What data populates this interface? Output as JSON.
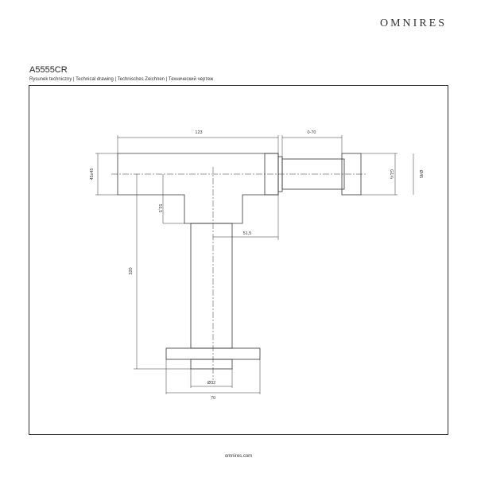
{
  "header": {
    "brand": "OMNIRES",
    "product_code": "A5555CR",
    "subtitle": "Rysunek techniczny | Technical drawing | Technisches Zeichnen | Технический чертеж"
  },
  "dimensions": {
    "top_width": "123",
    "extension": "0-70",
    "left_height": "45x45",
    "thread": "G1¼",
    "pipe_dia": "Ø45",
    "t_height": "51,5",
    "offset": "51,5",
    "total_height": "320",
    "base_dia": "Ø32",
    "base_width": "70"
  },
  "footer": {
    "url": "omnires.com"
  },
  "colors": {
    "line": "#333333",
    "background": "#ffffff"
  }
}
